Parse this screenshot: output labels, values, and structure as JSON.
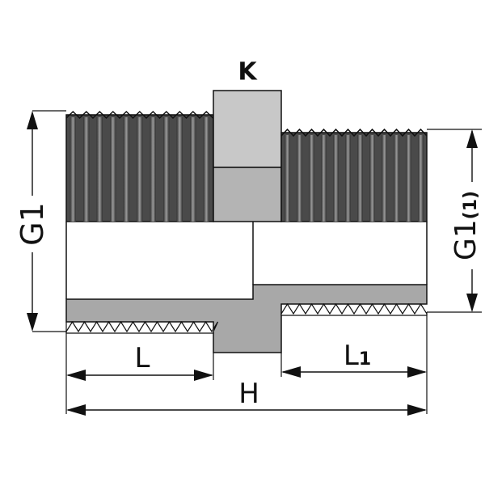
{
  "labels": {
    "k": "K",
    "g1": "G1",
    "g1_1_base": "G1",
    "g1_1_sub": "(1)",
    "l": "L",
    "l1_base": "L",
    "l1_sub": "1",
    "h": "H"
  },
  "colors": {
    "line": "#111111",
    "thread_dark": "#3d3d3d",
    "thread_light": "#8a8a8a",
    "hex_top": "#c8c8c8",
    "hex_bottom": "#b4b4b4",
    "section": "#a8a8a8",
    "background": "#ffffff"
  }
}
